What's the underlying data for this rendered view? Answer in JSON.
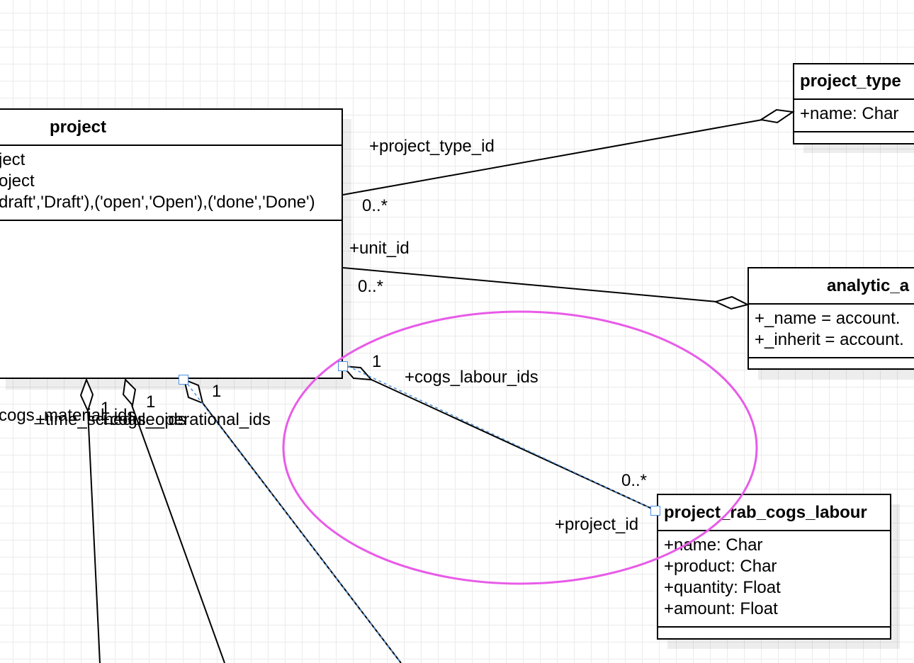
{
  "classes": {
    "project": {
      "title": "project",
      "attributes": [
        "ject",
        "oject",
        "draft','Draft'),('open','Open'),('done','Done')"
      ]
    },
    "project_type": {
      "title": "project_type",
      "attributes": [
        "+name: Char"
      ]
    },
    "analytic_account": {
      "title": "analytic_a",
      "attributes": [
        "+_name = account.",
        "+_inherit = account."
      ]
    },
    "project_rab_cogs_labour": {
      "title": "project_rab_cogs_labour",
      "attributes": [
        "+name: Char",
        "+product: Char",
        "+quantity: Float",
        "+amount: Float"
      ]
    }
  },
  "associations": {
    "project_type_id": {
      "role": "+project_type_id",
      "multiplicity": "0..*"
    },
    "unit_id": {
      "role": "+unit_id",
      "multiplicity": "0..*"
    },
    "cogs_labour_ids": {
      "role": "+cogs_labour_ids",
      "multiplicity_source": "1",
      "multiplicity_target": "0..*",
      "back_role": "+project_id"
    },
    "cogs_operational_ids": {
      "role": "+cogs_operational_ids",
      "multiplicity": "1"
    },
    "time_schedule_ids": {
      "role": "+time_schedule_ids",
      "multiplicity": "1"
    },
    "cogs_material_ids": {
      "role": "cogs_material_ids",
      "multiplicity": "1"
    }
  },
  "colors": {
    "highlight_ellipse": "#e85be8",
    "selection_handle": "#4a90e2",
    "line": "#000000"
  }
}
